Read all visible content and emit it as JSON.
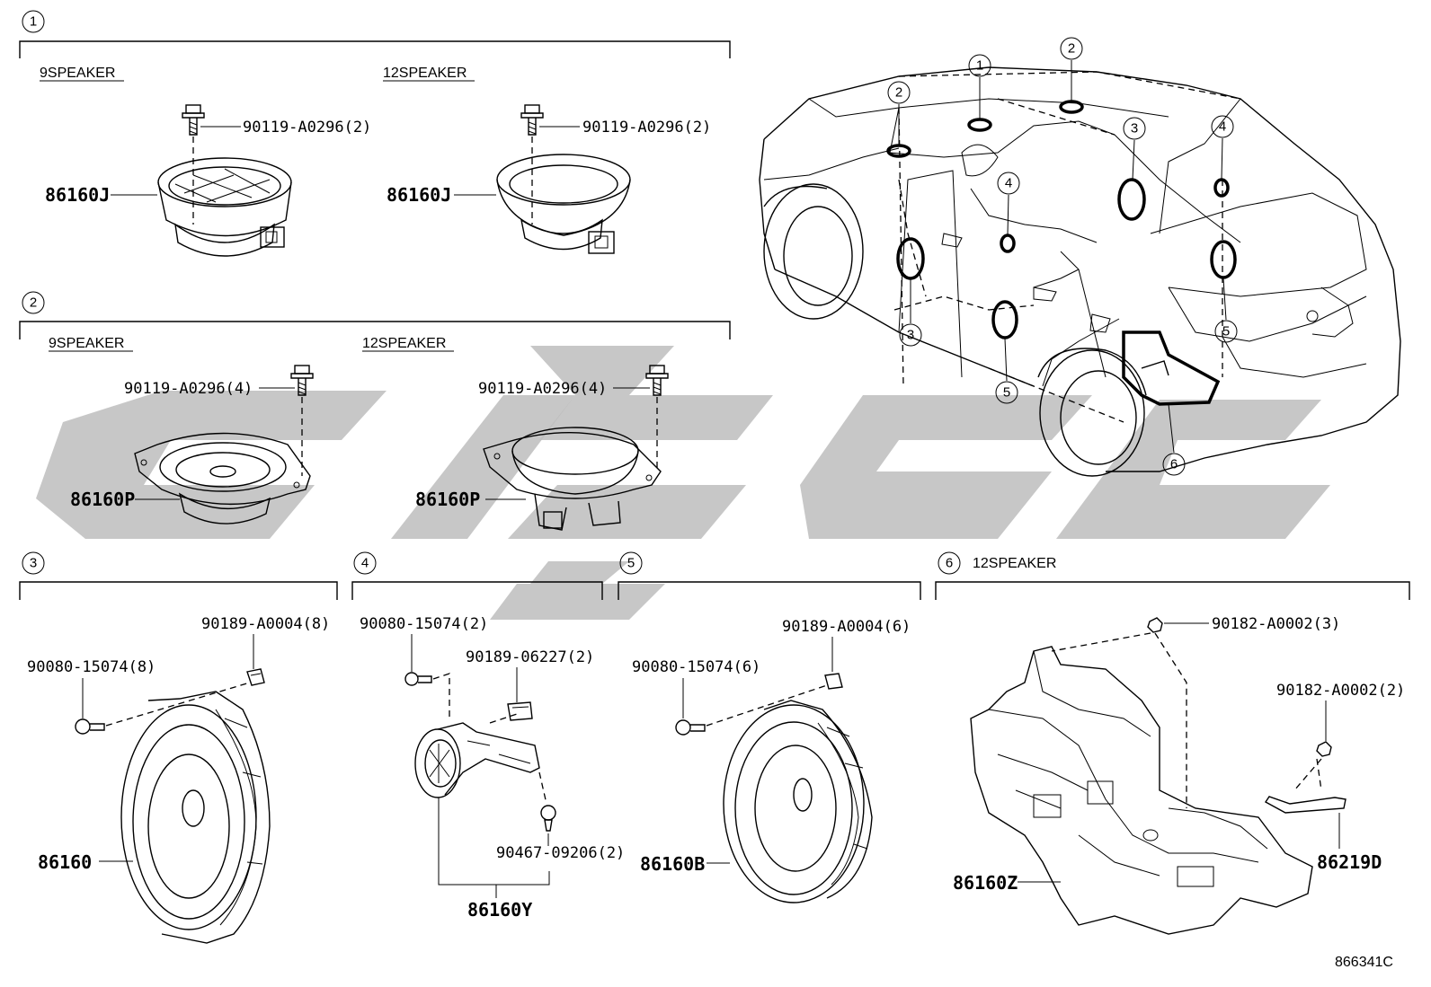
{
  "sections": [
    {
      "num": "1",
      "sub_left": "9SPEAKER",
      "sub_right": "12SPEAKER"
    },
    {
      "num": "2",
      "sub_left": "9SPEAKER",
      "sub_right": "12SPEAKER"
    },
    {
      "num": "3"
    },
    {
      "num": "4"
    },
    {
      "num": "5"
    },
    {
      "num": "6",
      "sub": "12SPEAKER"
    }
  ],
  "parts": {
    "s1_left_bolt": "90119-A0296(2)",
    "s1_left_speaker": "86160J",
    "s1_right_bolt": "90119-A0296(2)",
    "s1_right_speaker": "86160J",
    "s2_left_bolt": "90119-A0296(4)",
    "s2_left_speaker": "86160P",
    "s2_right_bolt": "90119-A0296(4)",
    "s2_right_speaker": "86160P",
    "s3_clip": "90189-A0004(8)",
    "s3_screw": "90080-15074(8)",
    "s3_speaker": "86160",
    "s4_screw": "90080-15074(2)",
    "s4_clip": "90189-06227(2)",
    "s4_rivet": "90467-09206(2)",
    "s4_speaker": "86160Y",
    "s5_clip": "90189-A0004(6)",
    "s5_screw": "90080-15074(6)",
    "s5_speaker": "86160B",
    "s6_nut_top": "90182-A0002(3)",
    "s6_nut_side": "90182-A0002(2)",
    "s6_bracket": "86219D",
    "s6_box": "86160Z"
  },
  "car_callouts": [
    "1",
    "2",
    "2",
    "3",
    "3",
    "4",
    "4",
    "5",
    "5",
    "6"
  ],
  "diagram_code": "866341C"
}
